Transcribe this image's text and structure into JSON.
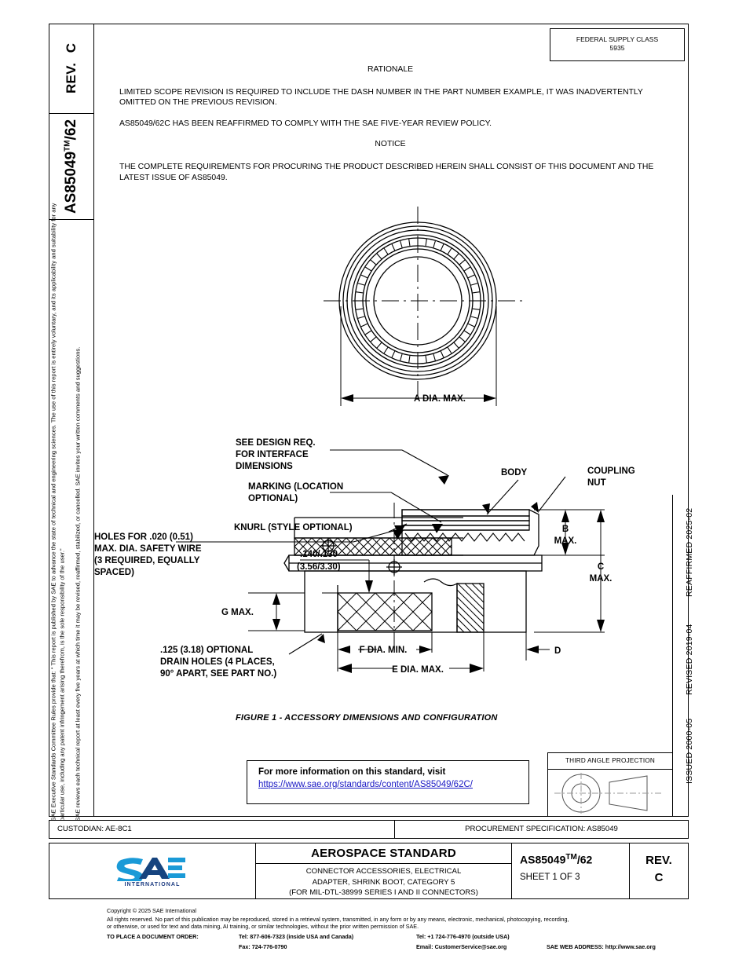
{
  "left_column": {
    "rev_label": "REV.",
    "rev_value": "C",
    "doc_number_prefix": "AS85049",
    "doc_number_tm": "TM",
    "doc_number_suffix": "/62"
  },
  "legal_notice": {
    "paragraph_1": "SAE Executive Standards Committee Rules provide that: \" This report is published by SAE to advance the state of technical and engineering sciences. The use of this report is entirely voluntary, and its applicability and suitability for any particular use, including any patent infringement arising therefrom, is the sole responsibility of the user.\"",
    "paragraph_2": "SAE reviews each technical report at least every five years at which time it may be revised, reaffirmed, stabilized, or cancelled. SAE invites your written comments and suggestions."
  },
  "federal_supply_class": {
    "label": "FEDERAL SUPPLY CLASS",
    "value": "5935"
  },
  "rationale": {
    "heading": "RATIONALE",
    "paragraph_1": "LIMITED SCOPE REVISION IS REQUIRED TO INCLUDE THE DASH NUMBER IN THE PART NUMBER EXAMPLE, IT WAS INADVERTENTLY OMITTED ON THE PREVIOUS REVISION.",
    "paragraph_2": "AS85049/62C HAS BEEN REAFFIRMED TO COMPLY WITH THE SAE FIVE-YEAR REVIEW POLICY.",
    "notice_heading": "NOTICE",
    "notice_paragraph": "THE COMPLETE REQUIREMENTS FOR PROCURING THE PRODUCT DESCRIBED HEREIN SHALL CONSIST OF THIS DOCUMENT AND THE LATEST ISSUE OF AS85049."
  },
  "dates": {
    "reaffirmed": "REAFFIRMED 2025-02",
    "revised": "REVISED 2019-04",
    "issued": "ISSUED 2000-05"
  },
  "drawing": {
    "callouts": {
      "a_dia_max": "A DIA. MAX.",
      "see_design_req_l1": "SEE DESIGN REQ.",
      "see_design_req_l2": "FOR INTERFACE",
      "see_design_req_l3": "DIMENSIONS",
      "marking_l1": "MARKING (LOCATION",
      "marking_l2": "OPTIONAL)",
      "knurl": "KNURL (STYLE OPTIONAL)",
      "holes_l1": "HOLES FOR .020 (0.51)",
      "holes_l2": "MAX. DIA. SAFETY WIRE",
      "holes_l3": "(3 REQUIRED, EQUALLY",
      "holes_l4": "SPACED)",
      "tol_l1": ".140/.130",
      "tol_l2": "(3.56/3.30)",
      "g_max": "G MAX.",
      "body": "BODY",
      "coupling_nut_l1": "COUPLING",
      "coupling_nut_l2": "NUT",
      "b_max_l1": "B",
      "b_max_l2": "MAX.",
      "c_max_l1": "C",
      "c_max_l2": "MAX.",
      "d": "D",
      "f_dia_min": "F DIA. MIN.",
      "e_dia_max": "E DIA. MAX.",
      "drain_l1": ".125 (3.18) OPTIONAL",
      "drain_l2": "DRAIN HOLES (4 PLACES,",
      "drain_l3": "90° APART, SEE PART NO.)"
    },
    "figure_caption": "FIGURE 1 - ACCESSORY DIMENSIONS AND CONFIGURATION"
  },
  "info_box": {
    "line1": "For more information on this standard, visit",
    "link": "https://www.sae.org/standards/content/AS85049/62C/",
    "link_color": "#1a19c4"
  },
  "third_angle_projection": {
    "title": "THIRD ANGLE PROJECTION"
  },
  "strip": {
    "custodian": "CUSTODIAN: AE-8C1",
    "procurement": "PROCUREMENT SPECIFICATION: AS85049"
  },
  "title_block": {
    "logo_text": "SAE",
    "logo_sub": "INTERNATIONAL",
    "standard_type": "AEROSPACE STANDARD",
    "desc_l1": "CONNECTOR ACCESSORIES, ELECTRICAL",
    "desc_l2": "ADAPTER, SHRINK BOOT, CATEGORY 5",
    "desc_l3": "(FOR MIL-DTL-38999 SERIES I AND II CONNECTORS)",
    "doc_number": "AS85049",
    "doc_number_tm": "TM",
    "doc_number_suffix": "/62",
    "sheet": "SHEET 1 OF 3",
    "rev_label": "REV.",
    "rev_value": "C"
  },
  "footer": {
    "copyright": "Copyright © 2025 SAE International",
    "rights_l1": "All rights reserved. No part of this publication may be reproduced, stored in a retrieval system, transmitted, in any form or by any means, electronic, mechanical, photocopying, recording,",
    "rights_l2": "or otherwise, or used for text and data mining, AI training, or similar technologies, without the prior written permission of SAE.",
    "order_label": "TO PLACE A DOCUMENT ORDER:",
    "tel_inside": "Tel: 877-606-7323 (inside USA and Canada)",
    "tel_outside": "Tel: +1 724-776-4970 (outside USA)",
    "fax": "Fax: 724-776-0790",
    "email": "Email: CustomerService@sae.org",
    "web": "SAE WEB ADDRESS: http://www.sae.org"
  }
}
